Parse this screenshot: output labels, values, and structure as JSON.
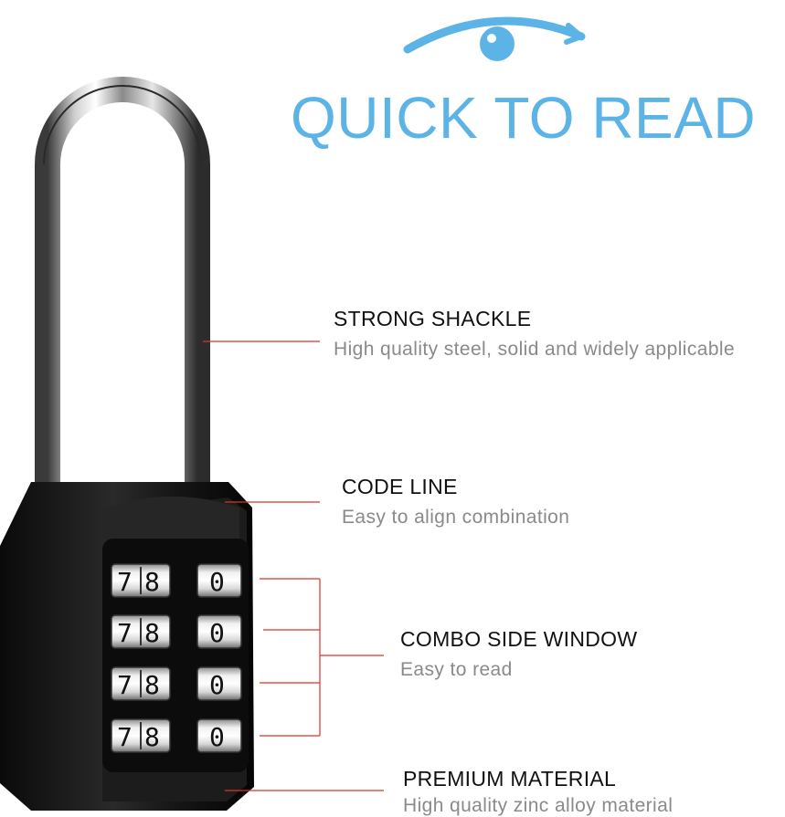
{
  "headline": "QUICK TO READ",
  "colors": {
    "accent_blue": "#5cb3e6",
    "callout_line": "#d9342b",
    "lock_body": "#131313"
  },
  "icons": {
    "top": "eye-icon"
  },
  "callouts": [
    {
      "title": "STRONG SHACKLE",
      "description": "High quality steel, solid and widely applicable"
    },
    {
      "title": "CODE LINE",
      "description": "Easy to align combination"
    },
    {
      "title": "COMBO SIDE WINDOW",
      "description": "Easy to read"
    },
    {
      "title": "PREMIUM MATERIAL",
      "description": "High quality zinc alloy material"
    }
  ],
  "dials": {
    "left_digits": [
      "7",
      "8"
    ],
    "right_digit": "0",
    "rows": 4
  }
}
